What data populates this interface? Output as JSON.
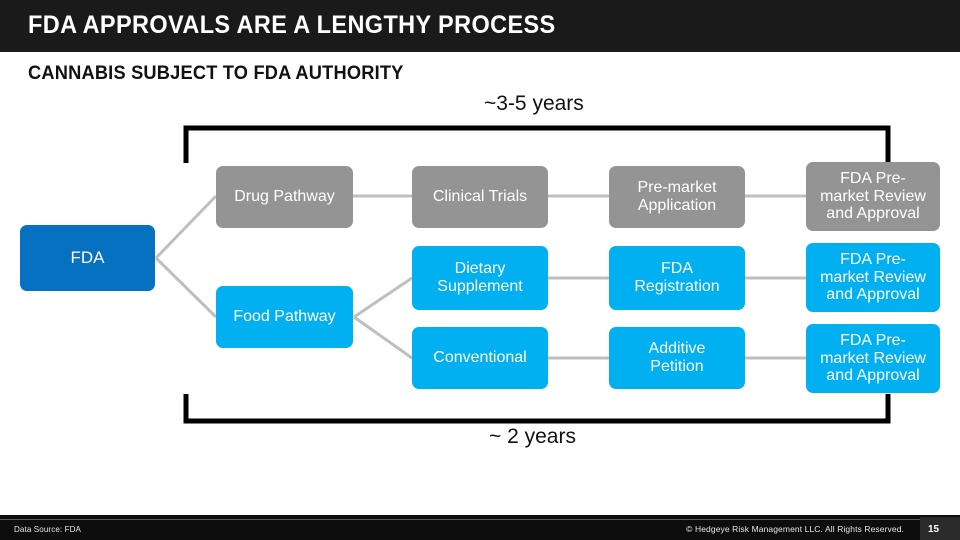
{
  "header": {
    "title": "FDA APPROVALS ARE A LENGTHY PROCESS",
    "subtitle": "CANNABIS SUBJECT TO FDA AUTHORITY"
  },
  "colors": {
    "header_bar": "#1a1a1a",
    "primary_blue": "#0671c0",
    "accent_cyan": "#00b0f0",
    "gray": "#949494",
    "connector_gray": "#bfbfbf",
    "bracket_black": "#000000",
    "footer_bar": "#0d0d0d"
  },
  "diagram": {
    "type": "flowchart",
    "root": {
      "id": "fda",
      "label": "FDA",
      "color": "#0671c0"
    },
    "branches": [
      {
        "id": "drug-pathway",
        "label": "Drug Pathway",
        "color": "#949494",
        "duration_label": "~3-5 years",
        "steps": [
          {
            "id": "clinical-trials",
            "label": "Clinical Trials",
            "color": "#949494"
          },
          {
            "id": "pre-market-application",
            "label": "Pre-market Application",
            "color": "#949494"
          },
          {
            "id": "fda-pre-market-review-approval-drug",
            "label": "FDA Pre-market Review and Approval",
            "color": "#949494"
          }
        ]
      },
      {
        "id": "food-pathway",
        "label": "Food Pathway",
        "color": "#00b0f0",
        "duration_label": "~ 2 years",
        "sub_branches": [
          {
            "id": "dietary-supplement",
            "label": "Dietary Supplement",
            "color": "#00b0f0",
            "steps": [
              {
                "id": "fda-registration",
                "label": "FDA Registration",
                "color": "#00b0f0"
              },
              {
                "id": "fda-pre-market-review-approval-dietary",
                "label": "FDA Pre-market Review and Approval",
                "color": "#00b0f0"
              }
            ]
          },
          {
            "id": "conventional",
            "label": "Conventional",
            "color": "#00b0f0",
            "steps": [
              {
                "id": "additive-petition",
                "label": "Additive Petition",
                "color": "#00b0f0"
              },
              {
                "id": "fda-pre-market-review-approval-conventional",
                "label": "FDA Pre-market Review and Approval",
                "color": "#00b0f0"
              }
            ]
          }
        ]
      }
    ],
    "node_text": {
      "fda": "FDA",
      "drug_pathway": "Drug Pathway",
      "food_pathway": "Food Pathway",
      "clinical_trials": "Clinical Trials",
      "dietary_supplement_l1": "Dietary",
      "dietary_supplement_l2": "Supplement",
      "conventional": "Conventional",
      "pre_market_application_l1": "Pre-market",
      "pre_market_application_l2": "Application",
      "fda_registration_l1": "FDA",
      "fda_registration_l2": "Registration",
      "additive_petition_l1": "Additive",
      "additive_petition_l2": "Petition",
      "approval_l1": "FDA Pre-",
      "approval_l2": "market Review",
      "approval_l3": "and Approval"
    },
    "annotations": {
      "top_bracket_label": "~3-5 years",
      "bottom_bracket_label": "~ 2 years"
    }
  },
  "footer": {
    "source": "Data Source: FDA",
    "copyright": "© Hedgeye Risk Management LLC. All Rights Reserved.",
    "page_number": "15"
  }
}
